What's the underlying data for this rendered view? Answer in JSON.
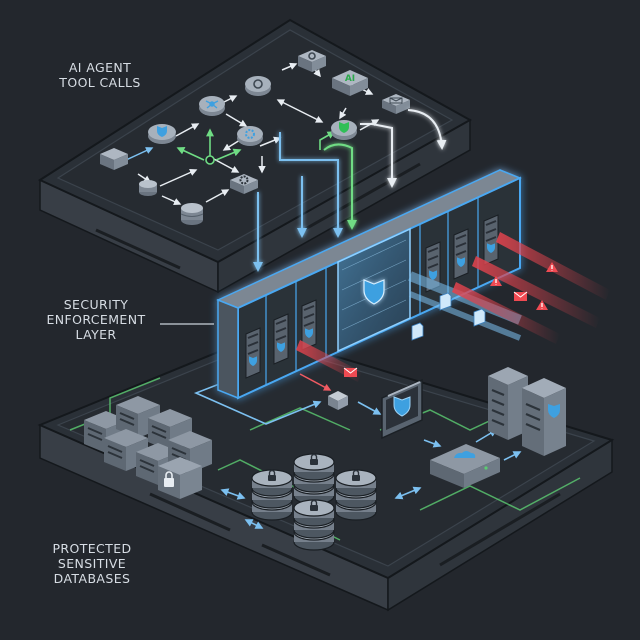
{
  "labels": {
    "ai_agent": [
      "AI AGENT",
      "TOOL CALLS"
    ],
    "security": [
      "SECURITY",
      "ENFORCEMENT",
      "LAYER"
    ],
    "databases": [
      "PROTECTED",
      "SENSITIVE",
      "DATABASES"
    ],
    "ai_badge": "AI"
  },
  "colors": {
    "background": "#23272d",
    "platform_body": "#3a4048",
    "platform_top": "#2b3138",
    "platform_edge": "#151a1f",
    "blue_flow": "#6fb4e6",
    "green_flow": "#6fdc84",
    "white_flow": "#eef2f5",
    "alert_red": "#e0434d",
    "glow_blue": "#4aa8f2"
  },
  "icons": [
    "database-icon",
    "server-icon",
    "gear-icon",
    "network-icon",
    "ai-chip-icon",
    "shield-icon",
    "warning-icon",
    "mail-icon",
    "document-icon",
    "lock-icon",
    "cloud-icon"
  ]
}
